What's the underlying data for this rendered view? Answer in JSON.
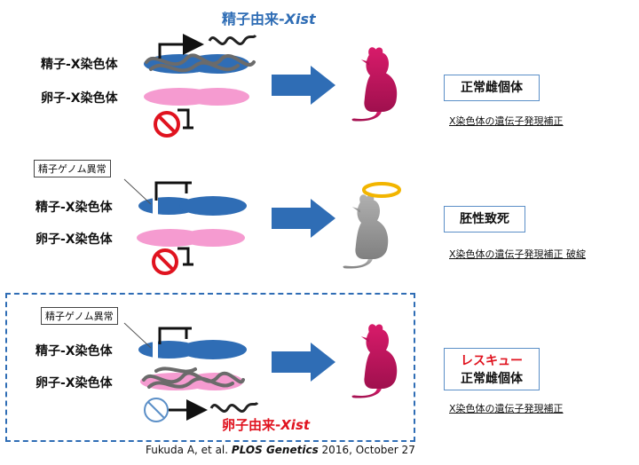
{
  "top": {
    "title_prefix": "精子由来-",
    "title_gene": "Xist",
    "sperm_label": "精子-X染色体",
    "oocyte_label": "卵子-X染色体",
    "result_box": "正常雌個体",
    "result_note": "X染色体の遺伝子発現補正"
  },
  "middle": {
    "callout": "精子ゲノム異常",
    "sperm_label": "精子-X染色体",
    "oocyte_label": "卵子-X染色体",
    "result_box": "胚性致死",
    "result_note": "X染色体の遺伝子発現補正 破綻"
  },
  "bottom": {
    "callout": "精子ゲノム異常",
    "sperm_label": "精子-X染色体",
    "oocyte_label": "卵子-X染色体",
    "title_prefix": "卵子由来-",
    "title_gene": "Xist",
    "result_rescue": "レスキュー",
    "result_box": "正常雌個体",
    "result_note": "X染色体の遺伝子発現補正"
  },
  "citation": {
    "authors": "Fukuda A, et al.",
    "journal": "PLOS Genetics",
    "date": "2016, October 27"
  },
  "colors": {
    "chromosome_blue": "#2f6db5",
    "chromosome_pink": "#f59bd0",
    "arrow_blue": "#2f6db5",
    "mouse_magenta": "#c0135c",
    "mouse_gray": "#9a9a9a",
    "halo_gold": "#f2b500",
    "rescue_red": "#e0131f"
  }
}
